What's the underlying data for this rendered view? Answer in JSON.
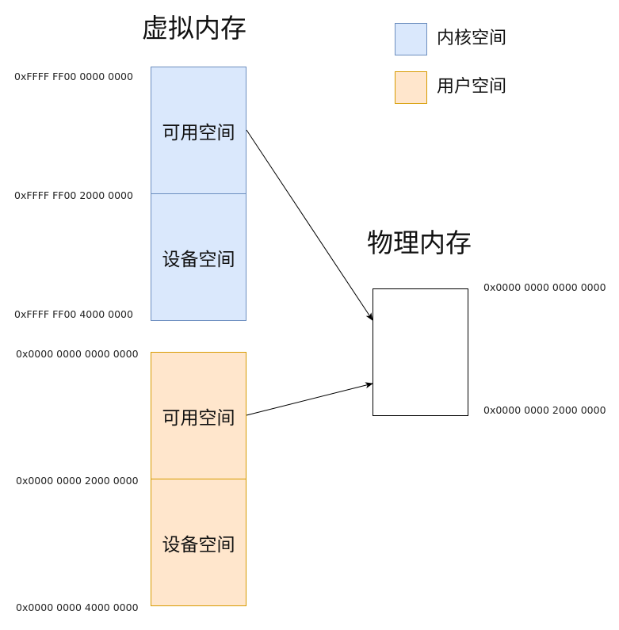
{
  "virtual_memory": {
    "title": "虚拟内存",
    "kernel_region": {
      "upper_label": "可用空间",
      "lower_label": "设备空间",
      "addr_top": "0xFFFF FF00 0000 0000",
      "addr_mid": "0xFFFF FF00 2000 0000",
      "addr_bottom": "0xFFFF FF00 4000 0000"
    },
    "user_region": {
      "upper_label": "可用空间",
      "lower_label": "设备空间",
      "addr_top": "0x0000 0000 0000 0000",
      "addr_mid": "0x0000 0000 2000 0000",
      "addr_bottom": "0x0000 0000 4000 0000"
    }
  },
  "physical_memory": {
    "title": "物理内存",
    "addr_top": "0x0000 0000 0000 0000",
    "addr_bottom": "0x0000 0000 2000 0000"
  },
  "legend": {
    "kernel_label": "内核空间",
    "user_label": "用户空间"
  },
  "colors": {
    "kernel_fill": "#dae8fc",
    "kernel_stroke": "#6c8ebf",
    "user_fill": "#ffe6cc",
    "user_stroke": "#d79b00"
  }
}
